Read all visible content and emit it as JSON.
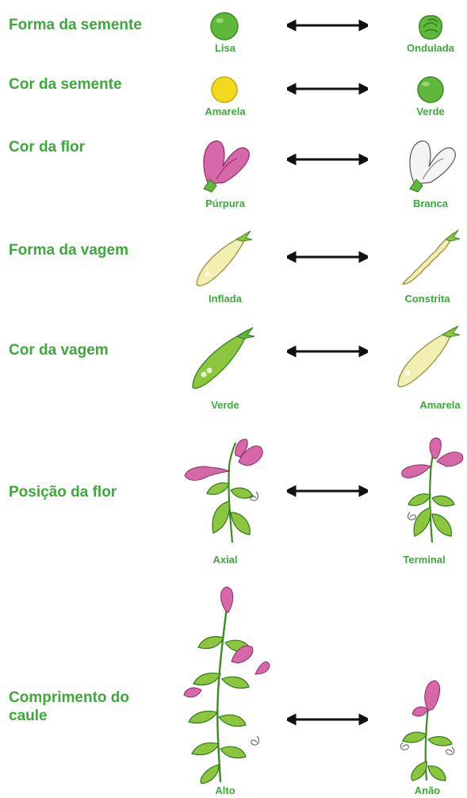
{
  "colors": {
    "label_green": "#3ea83a",
    "pea_green": "#5fb83a",
    "pea_yellow": "#f2d91c",
    "flower_purple": "#d667a8",
    "pod_green": "#8cc63f",
    "pod_yellow": "#f3efb0"
  },
  "traits": [
    {
      "name": "Forma da semente",
      "left": "Lisa",
      "right": "Ondulada",
      "left_icon": "round-seed-icon",
      "right_icon": "wrinkled-seed-icon"
    },
    {
      "name": "Cor da semente",
      "left": "Amarela",
      "right": "Verde",
      "left_icon": "yellow-seed-icon",
      "right_icon": "green-seed-icon"
    },
    {
      "name": "Cor da flor",
      "left": "Púrpura",
      "right": "Branca",
      "left_icon": "purple-flower-icon",
      "right_icon": "white-flower-icon"
    },
    {
      "name": "Forma da vagem",
      "left": "Inflada",
      "right": "Constrita",
      "left_icon": "inflated-pod-icon",
      "right_icon": "constricted-pod-icon"
    },
    {
      "name": "Cor da vagem",
      "left": "Verde",
      "right": "Amarela",
      "left_icon": "green-pod-icon",
      "right_icon": "yellow-pod-icon"
    },
    {
      "name": "Posição da flor",
      "left": "Axial",
      "right": "Terminal",
      "left_icon": "axial-flower-plant-icon",
      "right_icon": "terminal-flower-plant-icon"
    },
    {
      "name": "Comprimento do caule",
      "left": "Alto",
      "right": "Anão",
      "left_icon": "tall-plant-icon",
      "right_icon": "dwarf-plant-icon"
    }
  ]
}
